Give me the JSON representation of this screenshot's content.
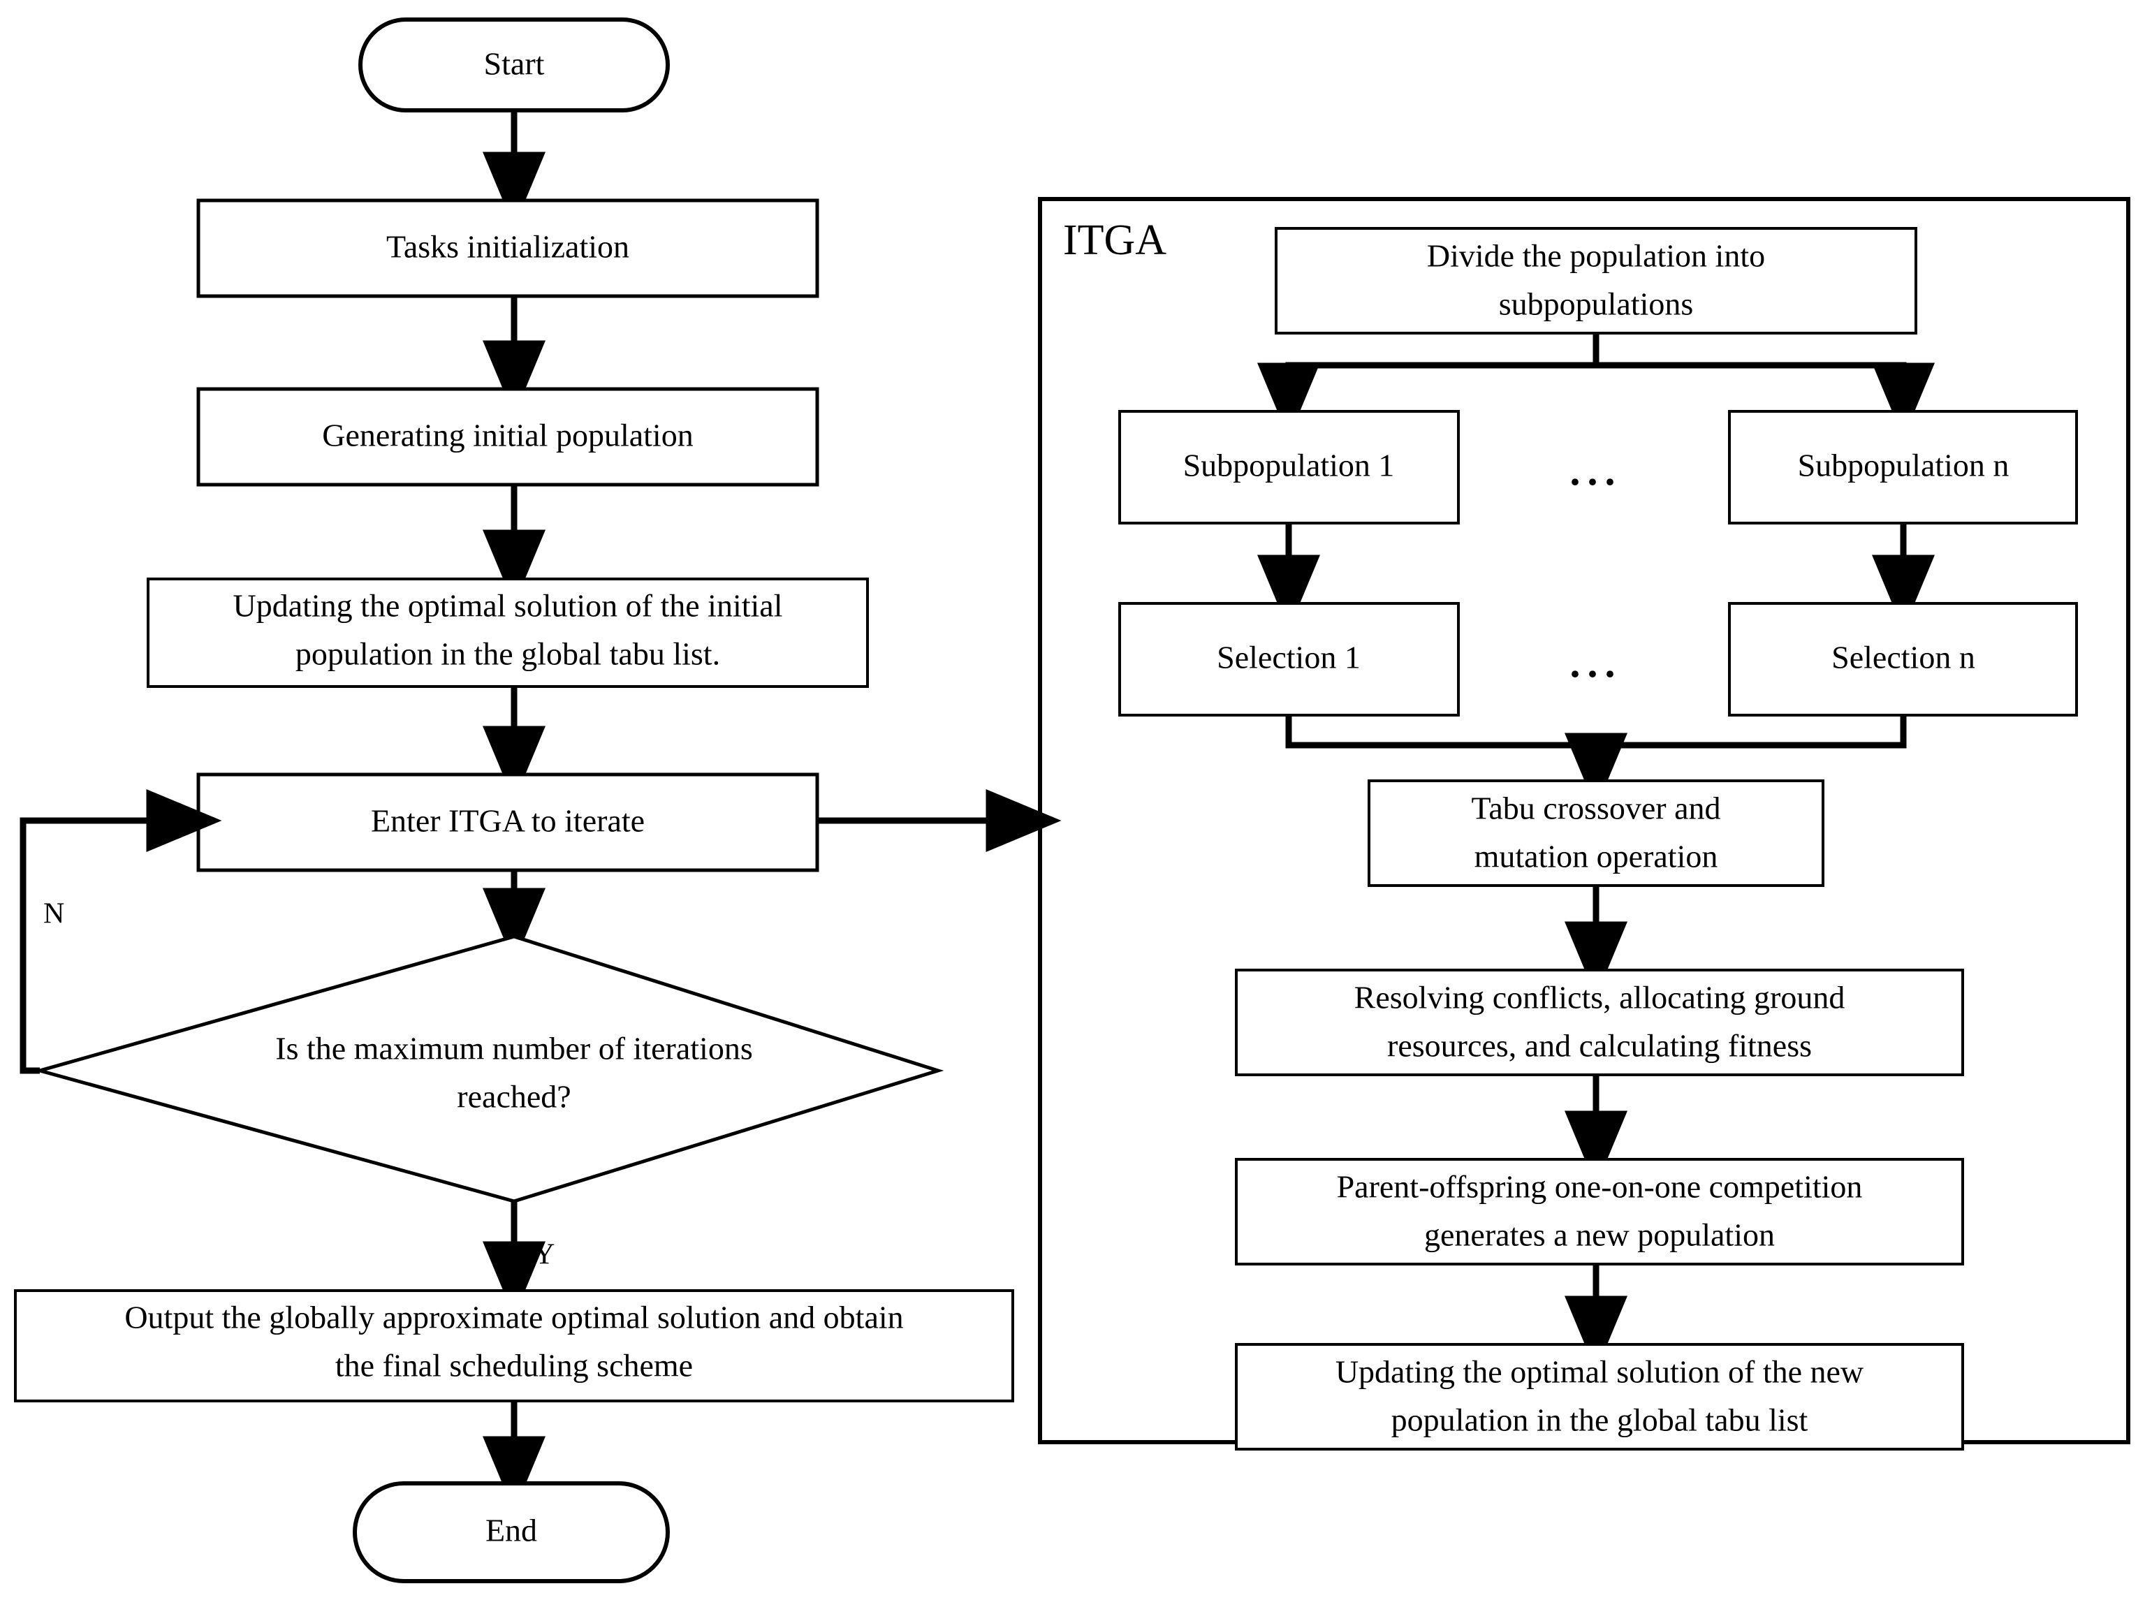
{
  "diagram": {
    "title": "ITGA satellite task scheduling flowchart",
    "colors": {
      "stroke": "#000000",
      "fill": "#ffffff",
      "background": "#ffffff"
    },
    "main_flow": {
      "start_label": "Start",
      "end_label": "End",
      "steps": [
        {
          "id": "tasks-init",
          "label": "Tasks initialization"
        },
        {
          "id": "gen-init-pop",
          "label": "Generating initial population"
        },
        {
          "id": "update-initial-tabu",
          "line1": "Updating the optimal solution of the initial",
          "line2": "population in the global tabu list."
        },
        {
          "id": "enter-itga",
          "label": "Enter ITGA to iterate"
        },
        {
          "id": "output-solution",
          "line1": "Output the globally approximate optimal solution and obtain",
          "line2": "the final scheduling scheme"
        }
      ],
      "decision": {
        "id": "max-iterations",
        "line1": "Is the maximum number of iterations",
        "line2": "reached?"
      },
      "edge_labels": {
        "no": "N",
        "yes": "Y"
      }
    },
    "itga_panel": {
      "title": "ITGA",
      "divide": {
        "line1": "Divide the population into",
        "line2": "subpopulations"
      },
      "subpopulations": [
        {
          "id": "subpop-1",
          "label": "Subpopulation 1"
        },
        {
          "id": "subpop-n",
          "label": "Subpopulation n"
        }
      ],
      "selections": [
        {
          "id": "selection-1",
          "label": "Selection 1"
        },
        {
          "id": "selection-n",
          "label": "Selection n"
        }
      ],
      "ellipsis": "...",
      "steps": [
        {
          "id": "tabu-crossover",
          "line1": "Tabu crossover and",
          "line2": "mutation operation"
        },
        {
          "id": "resolve-conflicts",
          "line1": "Resolving conflicts, allocating ground",
          "line2": "resources, and calculating fitness"
        },
        {
          "id": "parent-offspring",
          "line1": "Parent-offspring one-on-one competition",
          "line2": "generates a new population"
        },
        {
          "id": "update-new-tabu",
          "line1": "Updating the optimal solution of the new",
          "line2": "population in the global tabu list"
        }
      ]
    }
  }
}
